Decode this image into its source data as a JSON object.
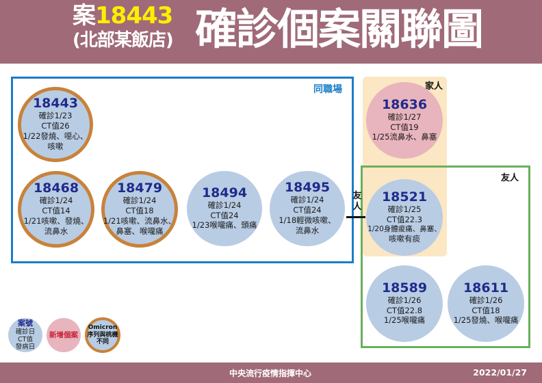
{
  "header": {
    "case_prefix": "案",
    "case_number": "18443",
    "location": "(北部某飯店)",
    "title": "確診個案關聯圖"
  },
  "groups": {
    "workplace": {
      "label": "同職場",
      "color": "#1a7dc7"
    },
    "family": {
      "label": "家人",
      "color": "#fbe7c3"
    },
    "friends": {
      "label": "友人",
      "color": "#6aaf5c"
    }
  },
  "connector": {
    "label": "友人"
  },
  "cases": [
    {
      "id": "18443",
      "confirmed": "確診1/23",
      "ct": "CT值26",
      "onset_1": "1/22發燒、噁心、",
      "onset_2": "咳嗽",
      "type": "omicron-different",
      "group": "workplace"
    },
    {
      "id": "18468",
      "confirmed": "確診1/24",
      "ct": "CT值14",
      "onset_1": "1/21咳嗽、發燒、",
      "onset_2": "流鼻水",
      "type": "omicron-different",
      "group": "workplace"
    },
    {
      "id": "18479",
      "confirmed": "確診1/24",
      "ct": "CT值18",
      "onset_1": "1/21咳嗽、流鼻水、",
      "onset_2": "鼻塞、喉嚨痛",
      "type": "omicron-different",
      "group": "workplace"
    },
    {
      "id": "18494",
      "confirmed": "確診1/24",
      "ct": "CT值24",
      "onset_1": "1/23喉嚨痛、頭痛",
      "onset_2": "",
      "type": "case",
      "group": "workplace"
    },
    {
      "id": "18495",
      "confirmed": "確診1/24",
      "ct": "CT值24",
      "onset_1": "1/18輕微咳嗽、",
      "onset_2": "流鼻水",
      "type": "case",
      "group": "workplace"
    },
    {
      "id": "18636",
      "confirmed": "確診1/27",
      "ct": "CT值19",
      "onset_1": "1/25流鼻水、鼻塞",
      "onset_2": "",
      "type": "new-case",
      "group": "family"
    },
    {
      "id": "18521",
      "confirmed": "確診1/25",
      "ct": "CT值22.3",
      "onset_1": "1/20身體痠痛、鼻塞、",
      "onset_2": "咳嗽有痰",
      "type": "case",
      "group": "family+friends"
    },
    {
      "id": "18589",
      "confirmed": "確診1/26",
      "ct": "CT值22.8",
      "onset_1": "1/25喉嚨痛",
      "onset_2": "",
      "type": "case",
      "group": "friends"
    },
    {
      "id": "18611",
      "confirmed": "確診1/26",
      "ct": "CT值18",
      "onset_1": "1/25發燒、喉嚨痛",
      "onset_2": "",
      "type": "case",
      "group": "friends"
    }
  ],
  "legend": {
    "case": {
      "title": "案號",
      "line1": "確診日",
      "line2": "CT值",
      "line3": "發病日",
      "color": "#b8cce4"
    },
    "new_case": {
      "label": "新增個案",
      "color": "#e8b4bd"
    },
    "omicron": {
      "line1": "Omicron",
      "line2": "序列與桃機",
      "line3": "不同",
      "ring_color": "#c8823a"
    }
  },
  "footer": {
    "org": "中央流行疫情指揮中心",
    "date": "2022/01/27"
  }
}
